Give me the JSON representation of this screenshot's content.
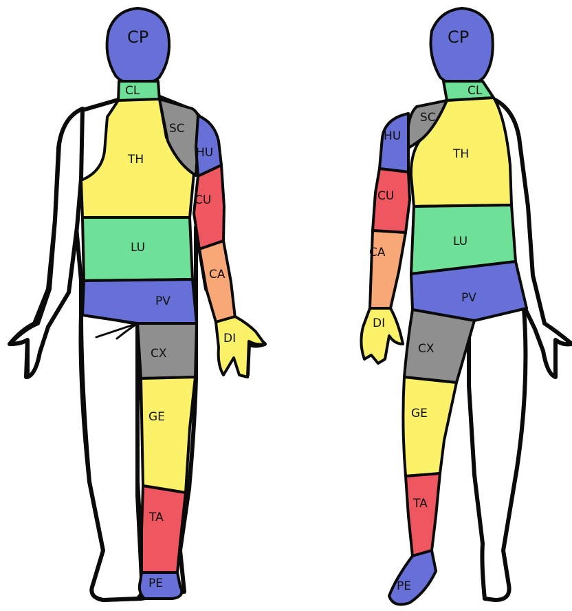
{
  "colors": {
    "blue": "#6670d6",
    "green": "#6ee098",
    "yellow": "#fbf26a",
    "gray": "#8f8f8f",
    "red": "#ee5660",
    "orange": "#f8a877",
    "outline": "#0a0a0a",
    "skin": "#ffffff"
  },
  "figures": {
    "back": {
      "labels": {
        "cp": "CP",
        "cl": "CL",
        "sc": "SC",
        "th": "TH",
        "hu": "HU",
        "cu": "CU",
        "lu": "LU",
        "ca": "CA",
        "pv": "PV",
        "di": "DI",
        "cx": "CX",
        "ge": "GE",
        "ta": "TA",
        "pe": "PE"
      }
    },
    "front": {
      "labels": {
        "cp": "CP",
        "cl": "CL",
        "sc": "SC",
        "hu": "HU",
        "th": "TH",
        "cu": "CU",
        "lu": "LU",
        "ca": "CA",
        "pv": "PV",
        "di": "DI",
        "cx": "CX",
        "ge": "GE",
        "ta": "TA",
        "pe": "PE"
      }
    }
  }
}
